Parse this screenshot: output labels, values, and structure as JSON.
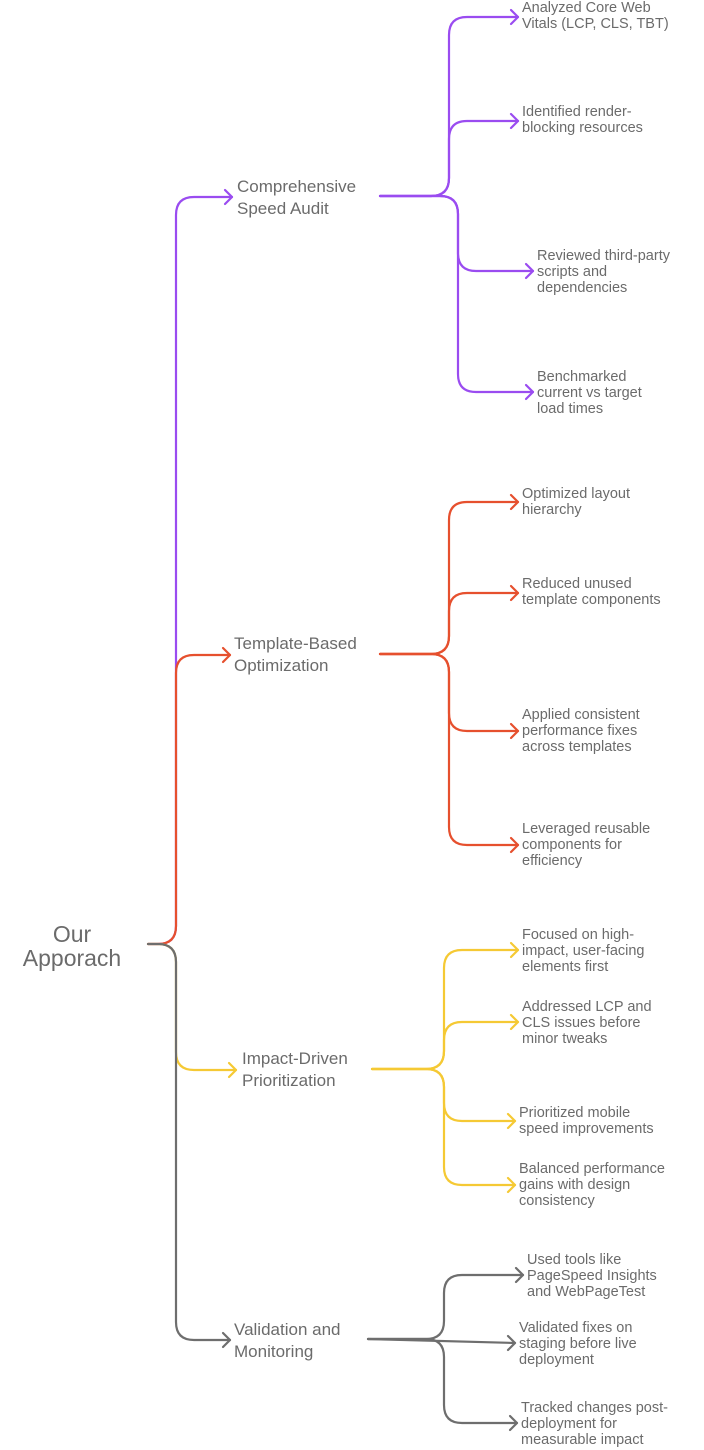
{
  "root": {
    "label": "Our\nApporach"
  },
  "colors": {
    "audit": "#9a4cf0",
    "template": "#e6502e",
    "impact": "#f5c934",
    "validation": "#6e6e6e",
    "text": "#6b6b6b"
  },
  "branches": [
    {
      "label": "Comprehensive\nSpeed Audit",
      "items": [
        "Analyzed Core Web\nVitals (LCP, CLS, TBT)",
        "Identified render-\nblocking resources",
        "Reviewed third-party\nscripts and\ndependencies",
        "Benchmarked\ncurrent vs target\nload times"
      ]
    },
    {
      "label": "Template-Based\nOptimization",
      "items": [
        "Optimized layout\nhierarchy",
        "Reduced unused\ntemplate components",
        "Applied consistent\nperformance fixes\nacross templates",
        "Leveraged reusable\ncomponents for\nefficiency"
      ]
    },
    {
      "label": "Impact-Driven\nPrioritization",
      "items": [
        "Focused on high-\nimpact, user-facing\nelements first",
        "Addressed LCP and\nCLS issues before\nminor tweaks",
        "Prioritized mobile\nspeed improvements",
        "Balanced performance\ngains with design\nconsistency"
      ]
    },
    {
      "label": "Validation and\nMonitoring",
      "items": [
        "Used tools like\nPageSpeed Insights\nand WebPageTest",
        "Validated fixes on\nstaging before live\ndeployment",
        "Tracked changes post-\ndeployment for\nmeasurable impact"
      ]
    }
  ]
}
